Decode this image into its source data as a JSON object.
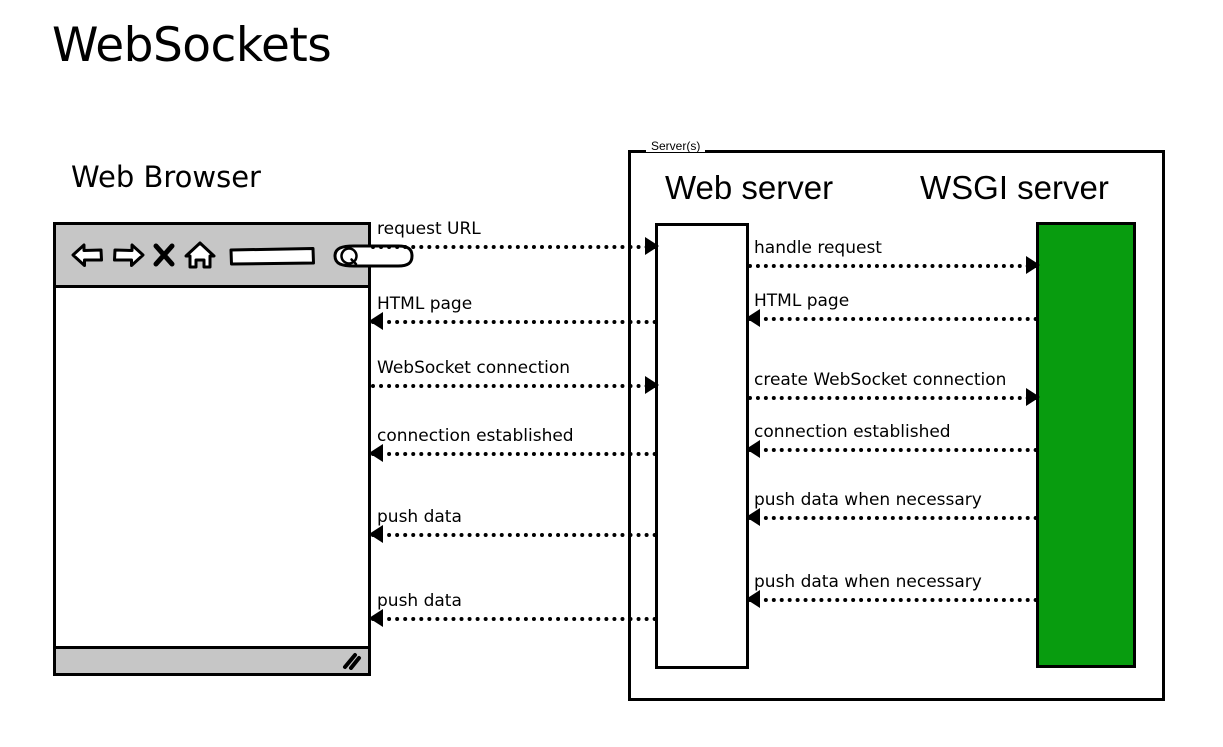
{
  "title": "WebSockets",
  "browser": {
    "heading": "Web Browser",
    "toolbar": {
      "back_icon": "back-arrow-icon",
      "forward_icon": "forward-arrow-icon",
      "stop_icon": "stop-x-icon",
      "home_icon": "home-icon",
      "url_field_value": "",
      "url_field_placeholder": "",
      "search_field_value": "",
      "search_icon": "magnifier-icon"
    },
    "statusbar": {
      "text": "",
      "grip_icon": "resize-grip-icon"
    }
  },
  "server_group": {
    "legend": "Server(s)",
    "columns": [
      {
        "heading": "Web server"
      },
      {
        "heading": "WSGI server"
      }
    ]
  },
  "messages": {
    "left": [
      {
        "label": "request URL",
        "direction": "right"
      },
      {
        "label": "HTML page",
        "direction": "left"
      },
      {
        "label": "WebSocket connection",
        "direction": "right"
      },
      {
        "label": "connection established",
        "direction": "left"
      },
      {
        "label": "push data",
        "direction": "left"
      },
      {
        "label": "push data",
        "direction": "left"
      }
    ],
    "right": [
      {
        "label": "handle request",
        "direction": "right"
      },
      {
        "label": "HTML page",
        "direction": "left"
      },
      {
        "label": "create WebSocket connection",
        "direction": "right"
      },
      {
        "label": "connection established",
        "direction": "left"
      },
      {
        "label": "push data when necessary",
        "direction": "left"
      },
      {
        "label": "push data when necessary",
        "direction": "left"
      }
    ]
  },
  "colors": {
    "wsgi_fill": "#089c0f",
    "chrome_gray": "#c6c6c6",
    "stroke": "#000000",
    "background": "#ffffff"
  }
}
